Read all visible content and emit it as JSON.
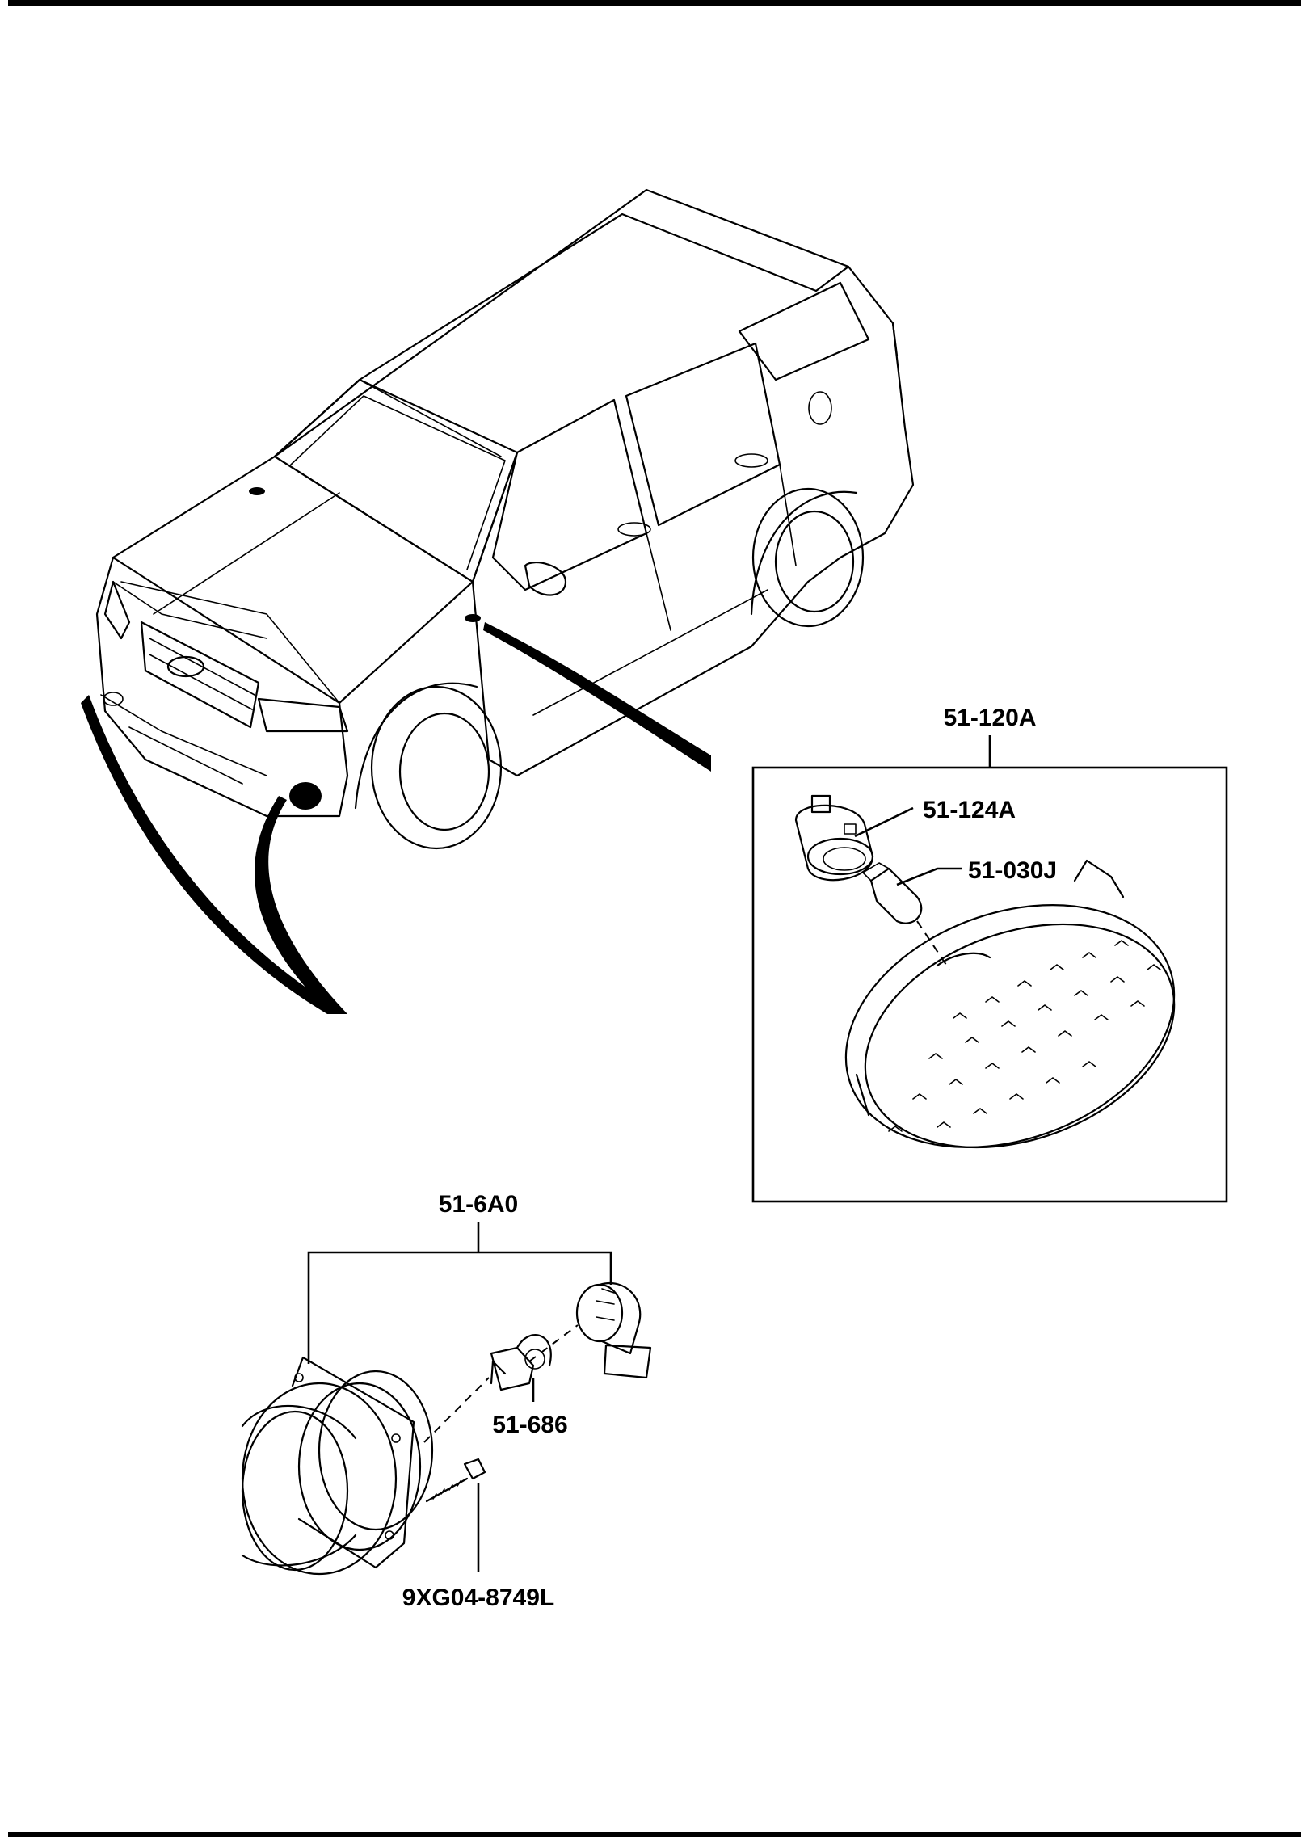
{
  "parts": {
    "side_marker_assembly": "51-120A",
    "side_marker_socket": "51-124A",
    "side_marker_bulb": "51-030J",
    "fog_lamp_assembly": "51-6A0",
    "fog_lamp_bulb": "51-686",
    "fog_lamp_screw": "9XG04-8749L"
  }
}
